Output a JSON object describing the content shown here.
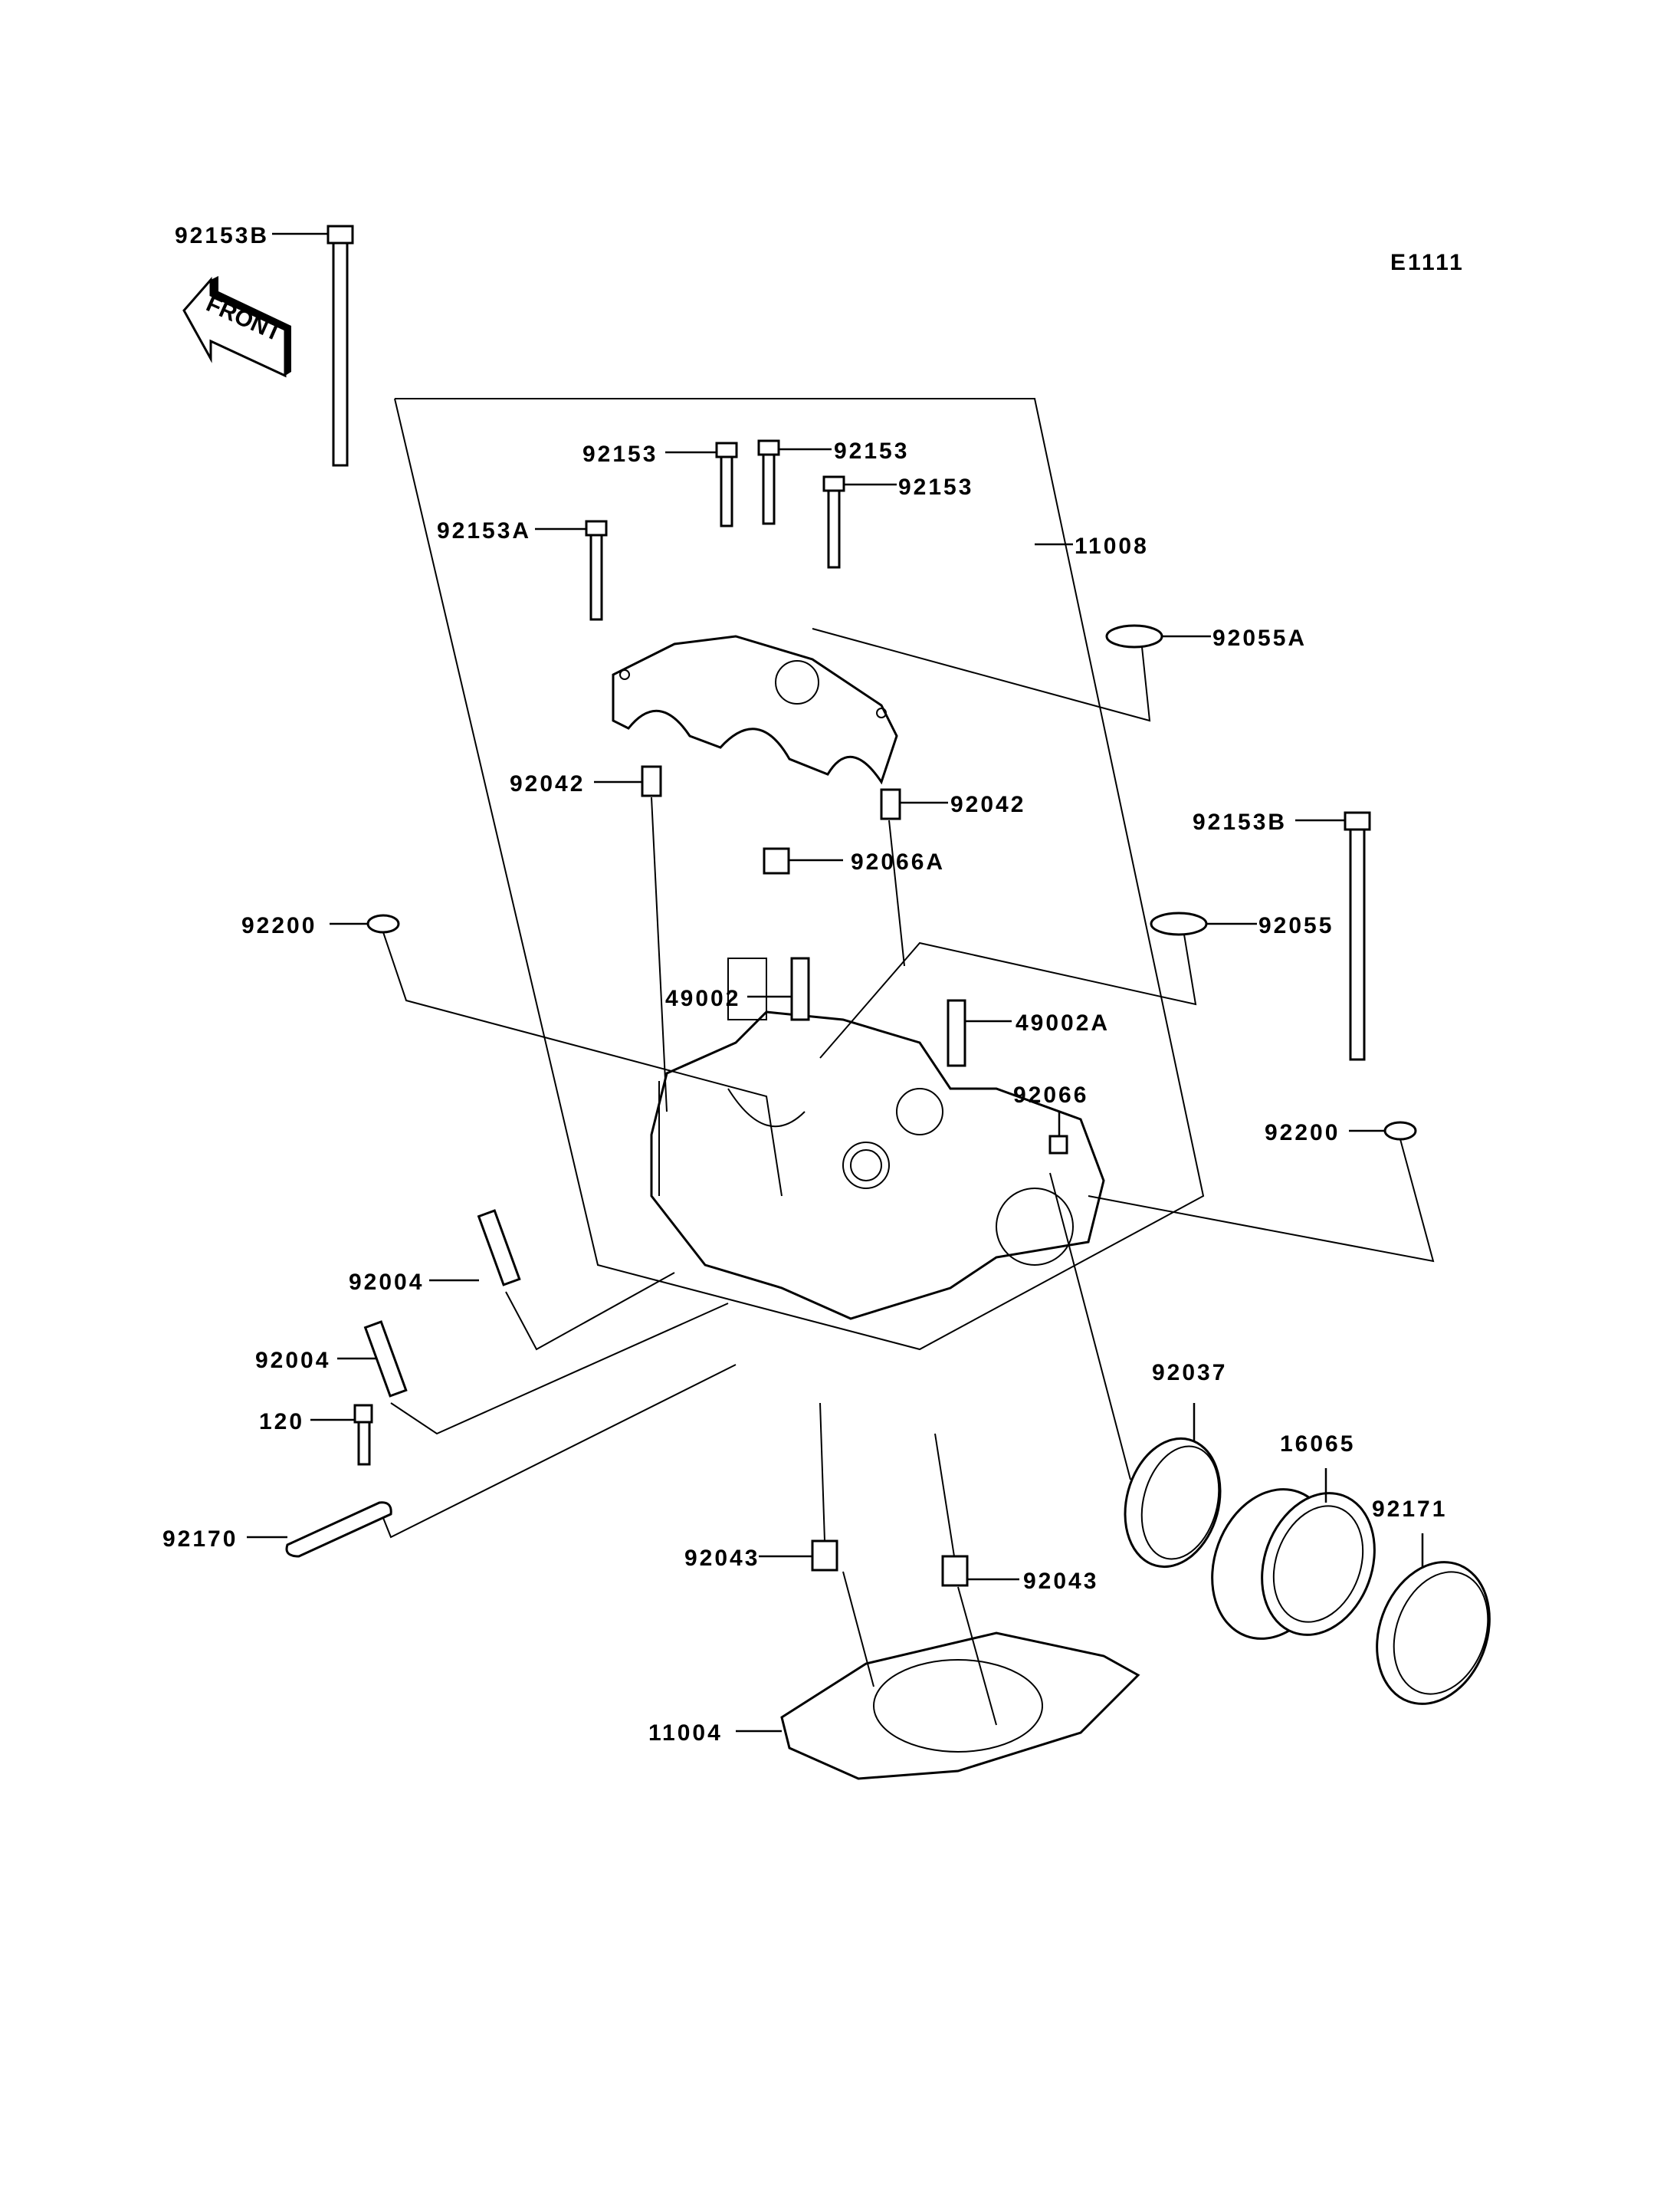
{
  "diagram_id": "E1111",
  "front_arrow": "FRONT",
  "labels": {
    "p92153_a": "92153",
    "p92153_b": "92153",
    "p92153_c": "92153",
    "p92153A": "92153A",
    "p11008": "11008",
    "p92153B_left": "92153B",
    "p92055A": "92055A",
    "p92042_left": "92042",
    "p92042_right": "92042",
    "p92066A": "92066A",
    "p92153B_right": "92153B",
    "p92200_left": "92200",
    "p92055": "92055",
    "p49002": "49002",
    "p49002A": "49002A",
    "p92066": "92066",
    "p92200_right": "92200",
    "p92004_upper": "92004",
    "p92004_lower": "92004",
    "p120": "120",
    "p92037": "92037",
    "p16065": "16065",
    "p92171": "92171",
    "p92170": "92170",
    "p92043_left": "92043",
    "p92043_right": "92043",
    "p11004": "11004"
  }
}
